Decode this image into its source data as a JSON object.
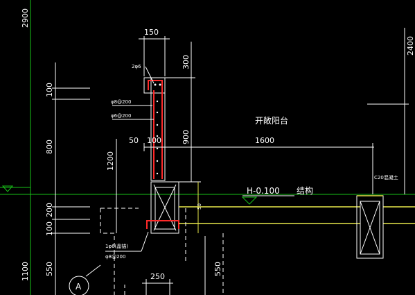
{
  "colors": {
    "background": "#000000",
    "dimension_line": "#ffffff",
    "rebar": "#ff2a2a",
    "slab": "#e8e84a",
    "grid_line": "#19c219",
    "section_outline": "#ffffff"
  },
  "dimensions": {
    "top_width": "150",
    "parapet_top": "300",
    "parapet_mid": "900",
    "left_2900": "2900",
    "left_100a": "100",
    "left_800": "800",
    "left_1200": "1200",
    "left_200": "200",
    "left_100b": "100",
    "left_1100": "1100",
    "left_550": "550",
    "right_2400": "2400",
    "dim_50": "50",
    "dim_100": "100",
    "dim_1600": "1600",
    "dim_250": "250",
    "dim_550_bottom": "550",
    "dim_50_small": "50"
  },
  "annotations": {
    "rebar_top": "2φ6",
    "rebar_a": "φ8@200",
    "rebar_b": "φ6@200",
    "rebar_c": "1φ6(晶锚)",
    "rebar_d": "φ8@200",
    "balcony_label": "开敞阳台",
    "elevation": "H-0.100",
    "structure": "结构",
    "beam_tag": "C20混凝土",
    "axis_label": "A"
  }
}
